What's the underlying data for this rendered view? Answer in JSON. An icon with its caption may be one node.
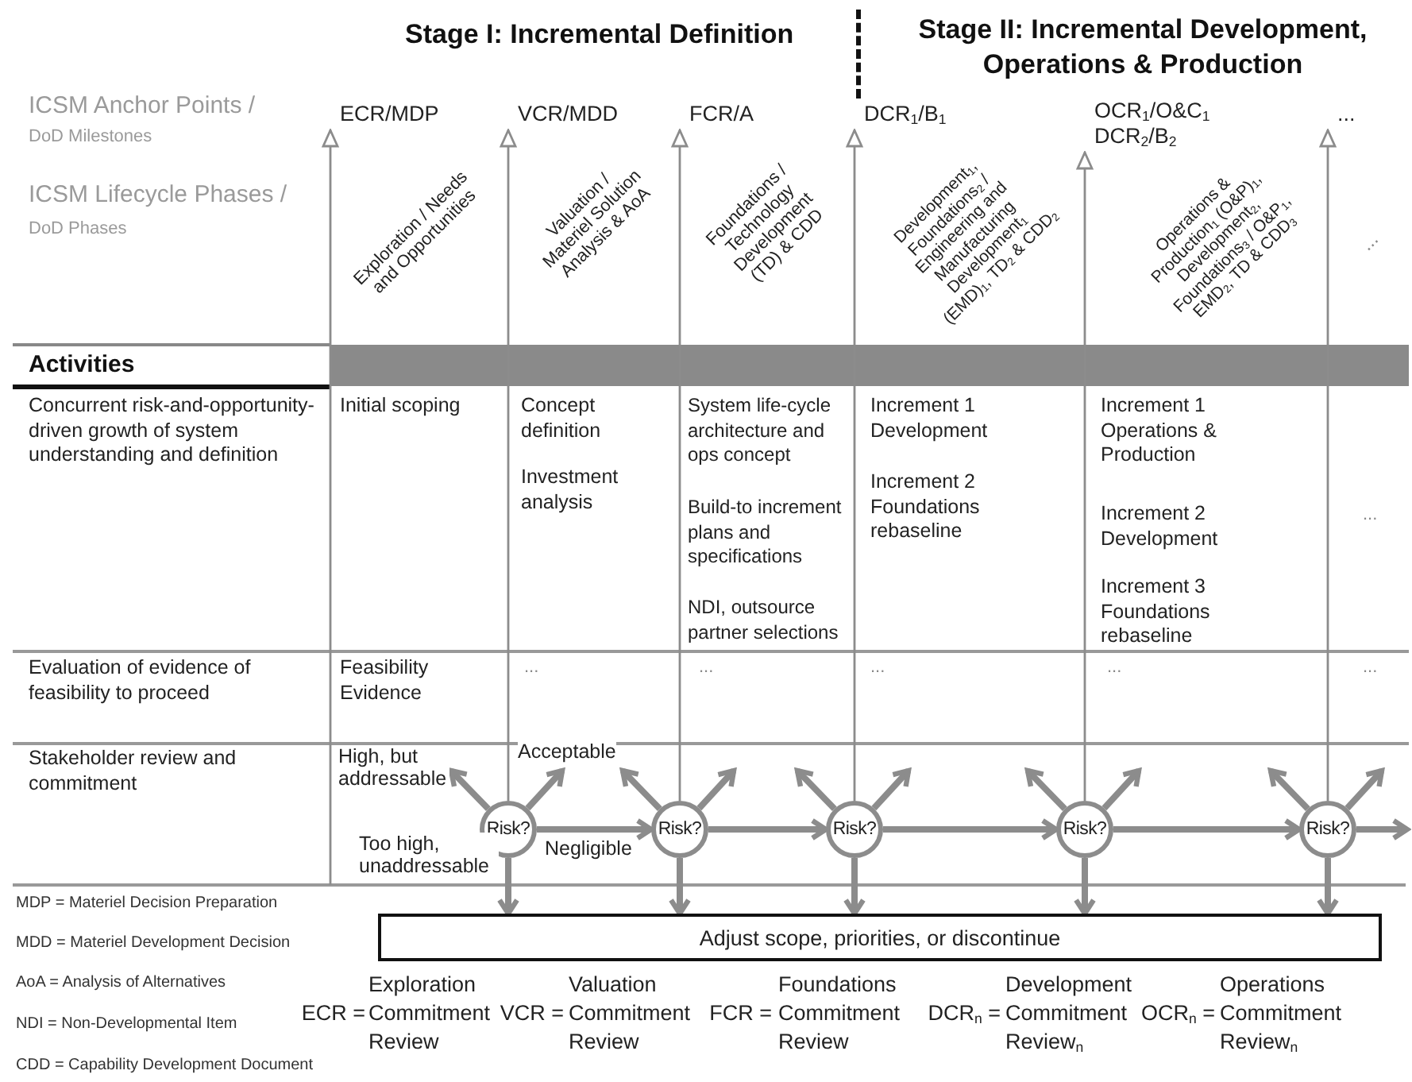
{
  "diagram": {
    "nodes": [
      {
        "text": [
          "ECR/MDP"
        ]
      },
      {
        "text": [
          "VCR/MDD"
        ]
      },
      {
        "text": [
          "FCR/A"
        ]
      },
      {
        "text": [
          "DCR$_{1}$/B$_{1}$"
        ]
      },
      {
        "text": [
          "OCR$_{1}$/O&C$_{1}$ DCR$_{2}$/B$_{2}$"
        ]
      },
      {
        "text": [
          "..."
        ]
      },
      {
        "text": [
          "Risk?"
        ]
      },
      {
        "text": [
          "Risk?"
        ]
      },
      {
        "text": [
          "Risk?"
        ]
      },
      {
        "text": [
          "Risk?"
        ]
      },
      {
        "text": [
          "Risk?"
        ]
      },
      {
        "text": [
          "Adjust scope, priorities, or discontinue"
        ]
      }
    ],
    "edges": [
      {
        "from": null,
        "to": 0,
        "arrow": "to"
      },
      {
        "from": 6,
        "to": 1,
        "arrow": "to"
      },
      {
        "from": 7,
        "to": 2,
        "arrow": "to"
      },
      {
        "from": 8,
        "to": 3,
        "arrow": "to"
      },
      {
        "from": 9,
        "to": 4,
        "arrow": "to"
      },
      {
        "from": 10,
        "to": 5,
        "arrow": "to"
      },
      {
        "from": 6,
        "to": 7,
        "arrow": "to",
        "label": "Negligible"
      },
      {
        "from": 7,
        "to": 8,
        "arrow": "to"
      },
      {
        "from": 8,
        "to": 9,
        "arrow": "to"
      },
      {
        "from": 9,
        "to": 10,
        "arrow": "to"
      },
      {
        "from": 10,
        "to": null,
        "arrow": "to"
      },
      {
        "from": 6,
        "to": 11,
        "arrow": "to",
        "label": "Too high, unaddressable"
      },
      {
        "from": 7,
        "to": 11,
        "arrow": "to"
      },
      {
        "from": 8,
        "to": 11,
        "arrow": "to"
      },
      {
        "from": 9,
        "to": 11,
        "arrow": "to"
      },
      {
        "from": 10,
        "to": 11,
        "arrow": "to"
      },
      {
        "from": 6,
        "to": null,
        "arrow": "to",
        "label": "High, but addressable"
      },
      {
        "from": 6,
        "to": null,
        "arrow": "to",
        "label": "Acceptable"
      },
      {
        "from": 7,
        "to": null,
        "arrow": "to"
      },
      {
        "from": 7,
        "to": null,
        "arrow": "to"
      },
      {
        "from": 8,
        "to": null,
        "arrow": "to"
      },
      {
        "from": 8,
        "to": null,
        "arrow": "to"
      },
      {
        "from": 9,
        "to": null,
        "arrow": "to"
      },
      {
        "from": 9,
        "to": null,
        "arrow": "to"
      },
      {
        "from": 10,
        "to": null,
        "arrow": "to"
      },
      {
        "from": 10,
        "to": null,
        "arrow": "to"
      }
    ],
    "labels": [
      "Stage I: Incremental Definition",
      "Stage II: Incremental Development, Operations & Production",
      "ICSM Anchor Points /",
      "DoD Milestones",
      "ICSM Lifecycle Phases /",
      "DoD Phases",
      "Exploration / Needs and Opportunities",
      "Valuation / Materiel Solution Analysis & AoA",
      "Foundations / Technology Development (TD) & CDD",
      "Development$_{1}$, Foundations$_{2}$ / Engineering and Manufacturing Development$_{1}$ (EMD)$_{1}$, TD$_{2}$ & CDD$_{2}$",
      "Operations & Production$_{1}$ (O&P)$_{1}$, Development$_{2}$, Foundations$_{3}$ / O&P$_{1}$, EMD$_{2}$, TD & CDD$_{3}$",
      "...",
      "Activities",
      "Concurrent risk-and-opportunity-driven growth of system understanding and definition",
      "Initial scoping",
      "Concept definition",
      "Investment analysis",
      "System life-cycle architecture and ops concept",
      "Build-to increment plans and specifications",
      "NDI, outsource partner selections",
      "Increment 1 Development",
      "Increment 2 Foundations rebaseline",
      "Increment 1 Operations & Production",
      "Increment 2 Development",
      "Increment 3 Foundations rebaseline",
      "...",
      "Evaluation of evidence of feasibility to proceed",
      "Feasibility Evidence",
      "...",
      "...",
      "...",
      "...",
      "...",
      "Stakeholder review and commitment",
      "MDP = Materiel Decision Preparation",
      "MDD = Materiel Development Decision",
      "AoA = Analysis of Alternatives",
      "NDI = Non-Developmental Item",
      "CDD = Capability Development Document",
      "ECR =",
      "Exploration Commitment Review",
      "VCR =",
      "Valuation Commitment Review",
      "FCR =",
      "Foundations Commitment Review",
      "DCR$_{n}$ =",
      "Development Commitment Review$_{n}$",
      "OCR$_{n}$ =",
      "Operations Commitment Review$_{n}$"
    ]
  }
}
